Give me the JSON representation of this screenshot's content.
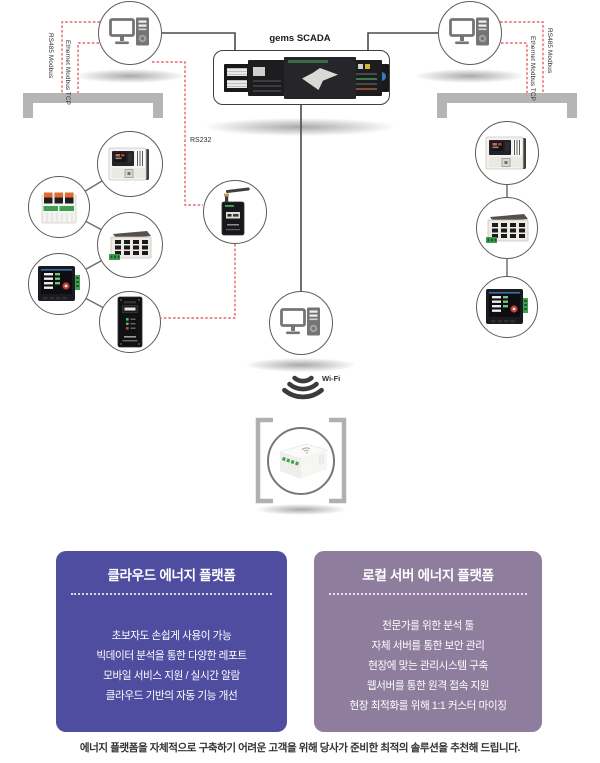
{
  "diagram": {
    "scada_label": "gems SCADA",
    "rs232_label": "RS232",
    "wifi_label": "Wi-Fi",
    "left_bus": {
      "rs485": "RS485 Modbus",
      "ethernet": "Ethernet Modbus TCP"
    },
    "right_bus": {
      "ethernet": "Ethernet Modbus TCP",
      "rs485": "RS485 Modbus"
    }
  },
  "icons": {
    "computer": "desktop-computer-icon",
    "scada_screens": "scada-screens-image",
    "power_meter": "power-meter-device",
    "io_module": "io-module-device",
    "terminal_box": "terminal-box-device",
    "panel_meter": "panel-meter-device",
    "led_indicator": "led-indicator-device",
    "wireless_modem": "wireless-modem-device",
    "gateway": "gateway-device",
    "wifi": "wifi-icon"
  },
  "colors": {
    "accent_red": "#e2474d",
    "line_dark": "#4a4a4a",
    "bracket_gray": "#b5b5b5",
    "cloud_panel_bg": "#4f4da0",
    "local_panel_bg": "#8f7d9e"
  },
  "panels": {
    "cloud": {
      "title": "클라우드 에너지 플랫폼",
      "items": [
        "초보자도 손쉽게 사용이 가능",
        "빅데이터 분석을 통한 다양한 레포트",
        "모바일 서비스 지원 / 실시간 알람",
        "클라우드 기반의 자동 기능 개선"
      ]
    },
    "local": {
      "title": "로컬 서버 에너지 플랫폼",
      "items": [
        "전문가를 위한 분석 툴",
        "자체 서버를 통한 보안 관리",
        "현장에 맞는 관리시스템 구축",
        "웹서버를 통한 원격 접속 지원",
        "현장 최적화를 위해 1:1 커스터 마이징"
      ]
    }
  },
  "footer": {
    "caption": "에너지 플랫폼을 자체적으로 구축하기 어려운 고객을 위해 당사가 준비한 최적의 솔루션을 추천해 드립니다."
  }
}
